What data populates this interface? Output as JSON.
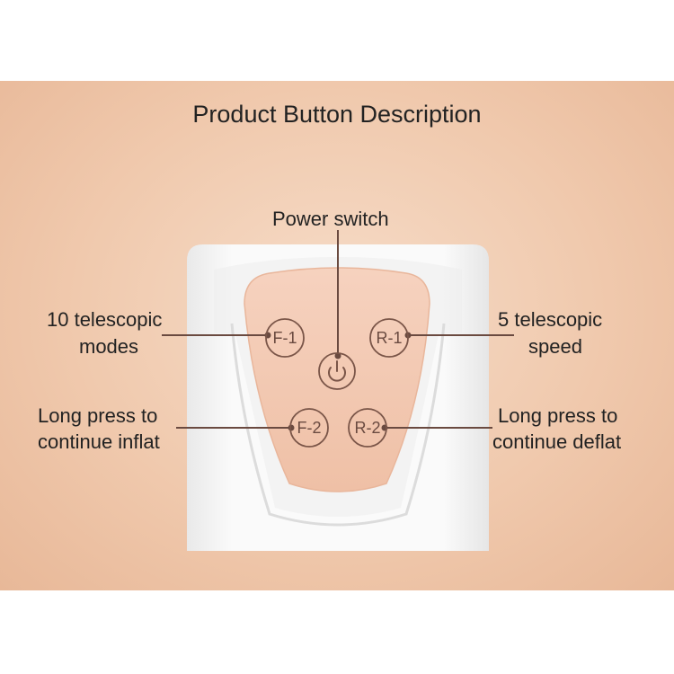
{
  "title": "Product Button Description",
  "labels": {
    "power": "Power switch",
    "modes_line1": "10 telescopic",
    "modes_line2": "modes",
    "speed_line1": "5 telescopic",
    "speed_line2": "speed",
    "inflate_line1": "Long press to",
    "inflate_line2": "continue inflat",
    "deflate_line1": "Long press to",
    "deflate_line2": "continue deflat"
  },
  "buttons": {
    "f1": "F-1",
    "r1": "R-1",
    "f2": "F-2",
    "r2": "R-2",
    "power_icon": "power-icon"
  },
  "colors": {
    "background": "#f0c9ad",
    "device_white": "#f7f7f7",
    "button_panel": "#f3c8b0",
    "line": "#6a4a40"
  }
}
